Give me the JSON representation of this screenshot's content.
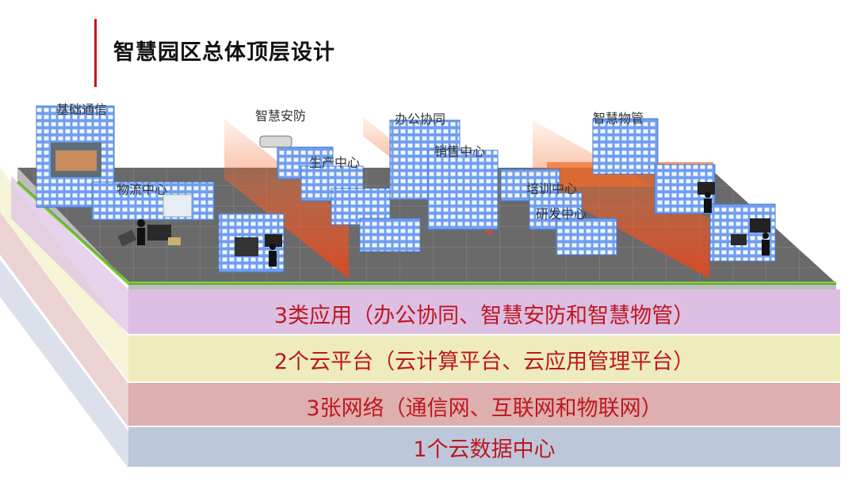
{
  "page": {
    "title": "智慧园区总体顶层设计"
  },
  "campus_labels": {
    "basic_comm": "基础通信",
    "logistics": "物流中心",
    "security": "智慧安防",
    "production": "生产中心",
    "office": "办公协同",
    "sales": "销售中心",
    "training": "培训中心",
    "rnd": "研发中心",
    "property": "智慧物管"
  },
  "layers": [
    {
      "label": "3类应用（办公协同、智慧安防和智慧物管）",
      "color": "#dcbfe3"
    },
    {
      "label": "2个云平台（云计算平台、云应用管理平台）",
      "color": "#eeecbd"
    },
    {
      "label": "3张网络（通信网、互联网和物联网）",
      "color": "#ddafae"
    },
    {
      "label": "1个云数据中心",
      "color": "#bdc7da"
    }
  ],
  "colors": {
    "accent": "#c0161f",
    "platform_top": "#6f6f6f",
    "green_edge": "#7fd437",
    "building": "#6f9ef0",
    "orange_wall": "#f26a2a"
  }
}
